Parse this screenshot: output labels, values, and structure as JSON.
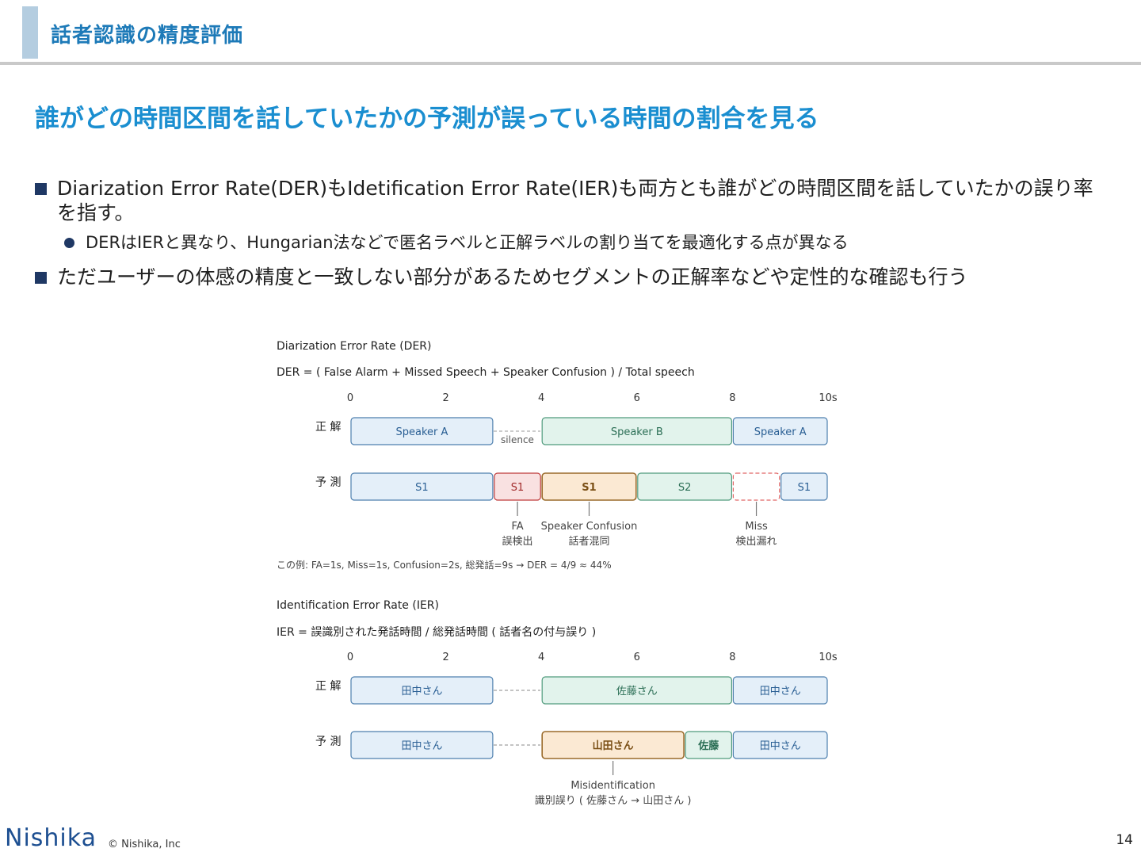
{
  "header": {
    "title": "話者認識の精度評価"
  },
  "headline": "誰がどの時間区間を話していたかの予測が誤っている時間の割合を見る",
  "bullets": [
    {
      "text": "Diarization Error Rate(DER)もIdetification Error Rate(IER)も両方とも誰がどの時間区間を話していたかの誤り率を指す。"
    },
    {
      "text": "DERはIERと異なり、Hungarian法などで匿名ラベルと正解ラベルの割り当てを最適化する点が異なる"
    },
    {
      "text": "ただユーザーの体感の精度と一致しない部分があるためセグメントの正解率などや定性的な確認も行う"
    }
  ],
  "der": {
    "title": "Diarization Error Rate (DER)",
    "formula": "DER = ( False Alarm + Missed Speech + Speaker Confusion ) / Total speech",
    "ticks": [
      "0",
      "2",
      "4",
      "6",
      "8",
      "10s"
    ],
    "row_truth_label": "正 解",
    "row_pred_label": "予 測",
    "truth": [
      {
        "start": 0,
        "end": 3,
        "label": "Speaker A",
        "color": "blue"
      },
      {
        "start": 4,
        "end": 8,
        "label": "Speaker B",
        "color": "green"
      },
      {
        "start": 8,
        "end": 10,
        "label": "Speaker A",
        "color": "blue"
      }
    ],
    "silence_label": "silence",
    "pred": [
      {
        "start": 0,
        "end": 3,
        "label": "S1",
        "color": "blue"
      },
      {
        "start": 3,
        "end": 4,
        "label": "S1",
        "color": "red"
      },
      {
        "start": 4,
        "end": 6,
        "label": "S1",
        "color": "orange"
      },
      {
        "start": 6,
        "end": 8,
        "label": "S2",
        "color": "green"
      },
      {
        "start": 8,
        "end": 9,
        "label": "",
        "color": "miss"
      },
      {
        "start": 9,
        "end": 10,
        "label": "S1",
        "color": "blue"
      }
    ],
    "annotations": [
      {
        "at": 3.5,
        "line1": "FA",
        "line2": "誤検出"
      },
      {
        "at": 5,
        "line1": "Speaker Confusion",
        "line2": "話者混同"
      },
      {
        "at": 8.5,
        "line1": "Miss",
        "line2": "検出漏れ"
      }
    ],
    "example": "この例: FA=1s, Miss=1s, Confusion=2s, 総発話=9s → DER = 4/9 ≈ 44%"
  },
  "ier": {
    "title": "Identification Error Rate (IER)",
    "formula": "IER = 誤識別された発話時間 / 総発話時間 ( 話者名の付与誤り )",
    "ticks": [
      "0",
      "2",
      "4",
      "6",
      "8",
      "10s"
    ],
    "row_truth_label": "正 解",
    "row_pred_label": "予 測",
    "truth": [
      {
        "start": 0,
        "end": 3,
        "label": "田中さん",
        "color": "blue"
      },
      {
        "start": 4,
        "end": 8,
        "label": "佐藤さん",
        "color": "green"
      },
      {
        "start": 8,
        "end": 10,
        "label": "田中さん",
        "color": "blue"
      }
    ],
    "pred": [
      {
        "start": 0,
        "end": 3,
        "label": "田中さん",
        "color": "blue"
      },
      {
        "start": 4,
        "end": 7,
        "label": "山田さん",
        "color": "orange"
      },
      {
        "start": 7,
        "end": 8,
        "label": "佐藤",
        "color": "green"
      },
      {
        "start": 8,
        "end": 10,
        "label": "田中さん",
        "color": "blue"
      }
    ],
    "annotations": [
      {
        "at": 5.5,
        "line1": "Misidentification",
        "line2": "識別誤り ( 佐藤さん → 山田さん )"
      }
    ]
  },
  "palette": {
    "blue": {
      "fill": "#e4eff9",
      "stroke": "#4d7fae",
      "text": "#2a5f94"
    },
    "green": {
      "fill": "#e2f3ec",
      "stroke": "#4f9a7c",
      "text": "#2b6e55"
    },
    "red": {
      "fill": "#f9e1e1",
      "stroke": "#bf3a3a",
      "text": "#a12a2a"
    },
    "orange": {
      "fill": "#fbe9d3",
      "stroke": "#9a6a2a",
      "text": "#7a4f15"
    },
    "miss": {
      "fill": "#ffffff",
      "stroke": "#e06666",
      "text": "#bf3a3a"
    }
  },
  "footer": {
    "logo": "Nishika",
    "copyright": "© Nishika, Inc",
    "page": "14"
  }
}
